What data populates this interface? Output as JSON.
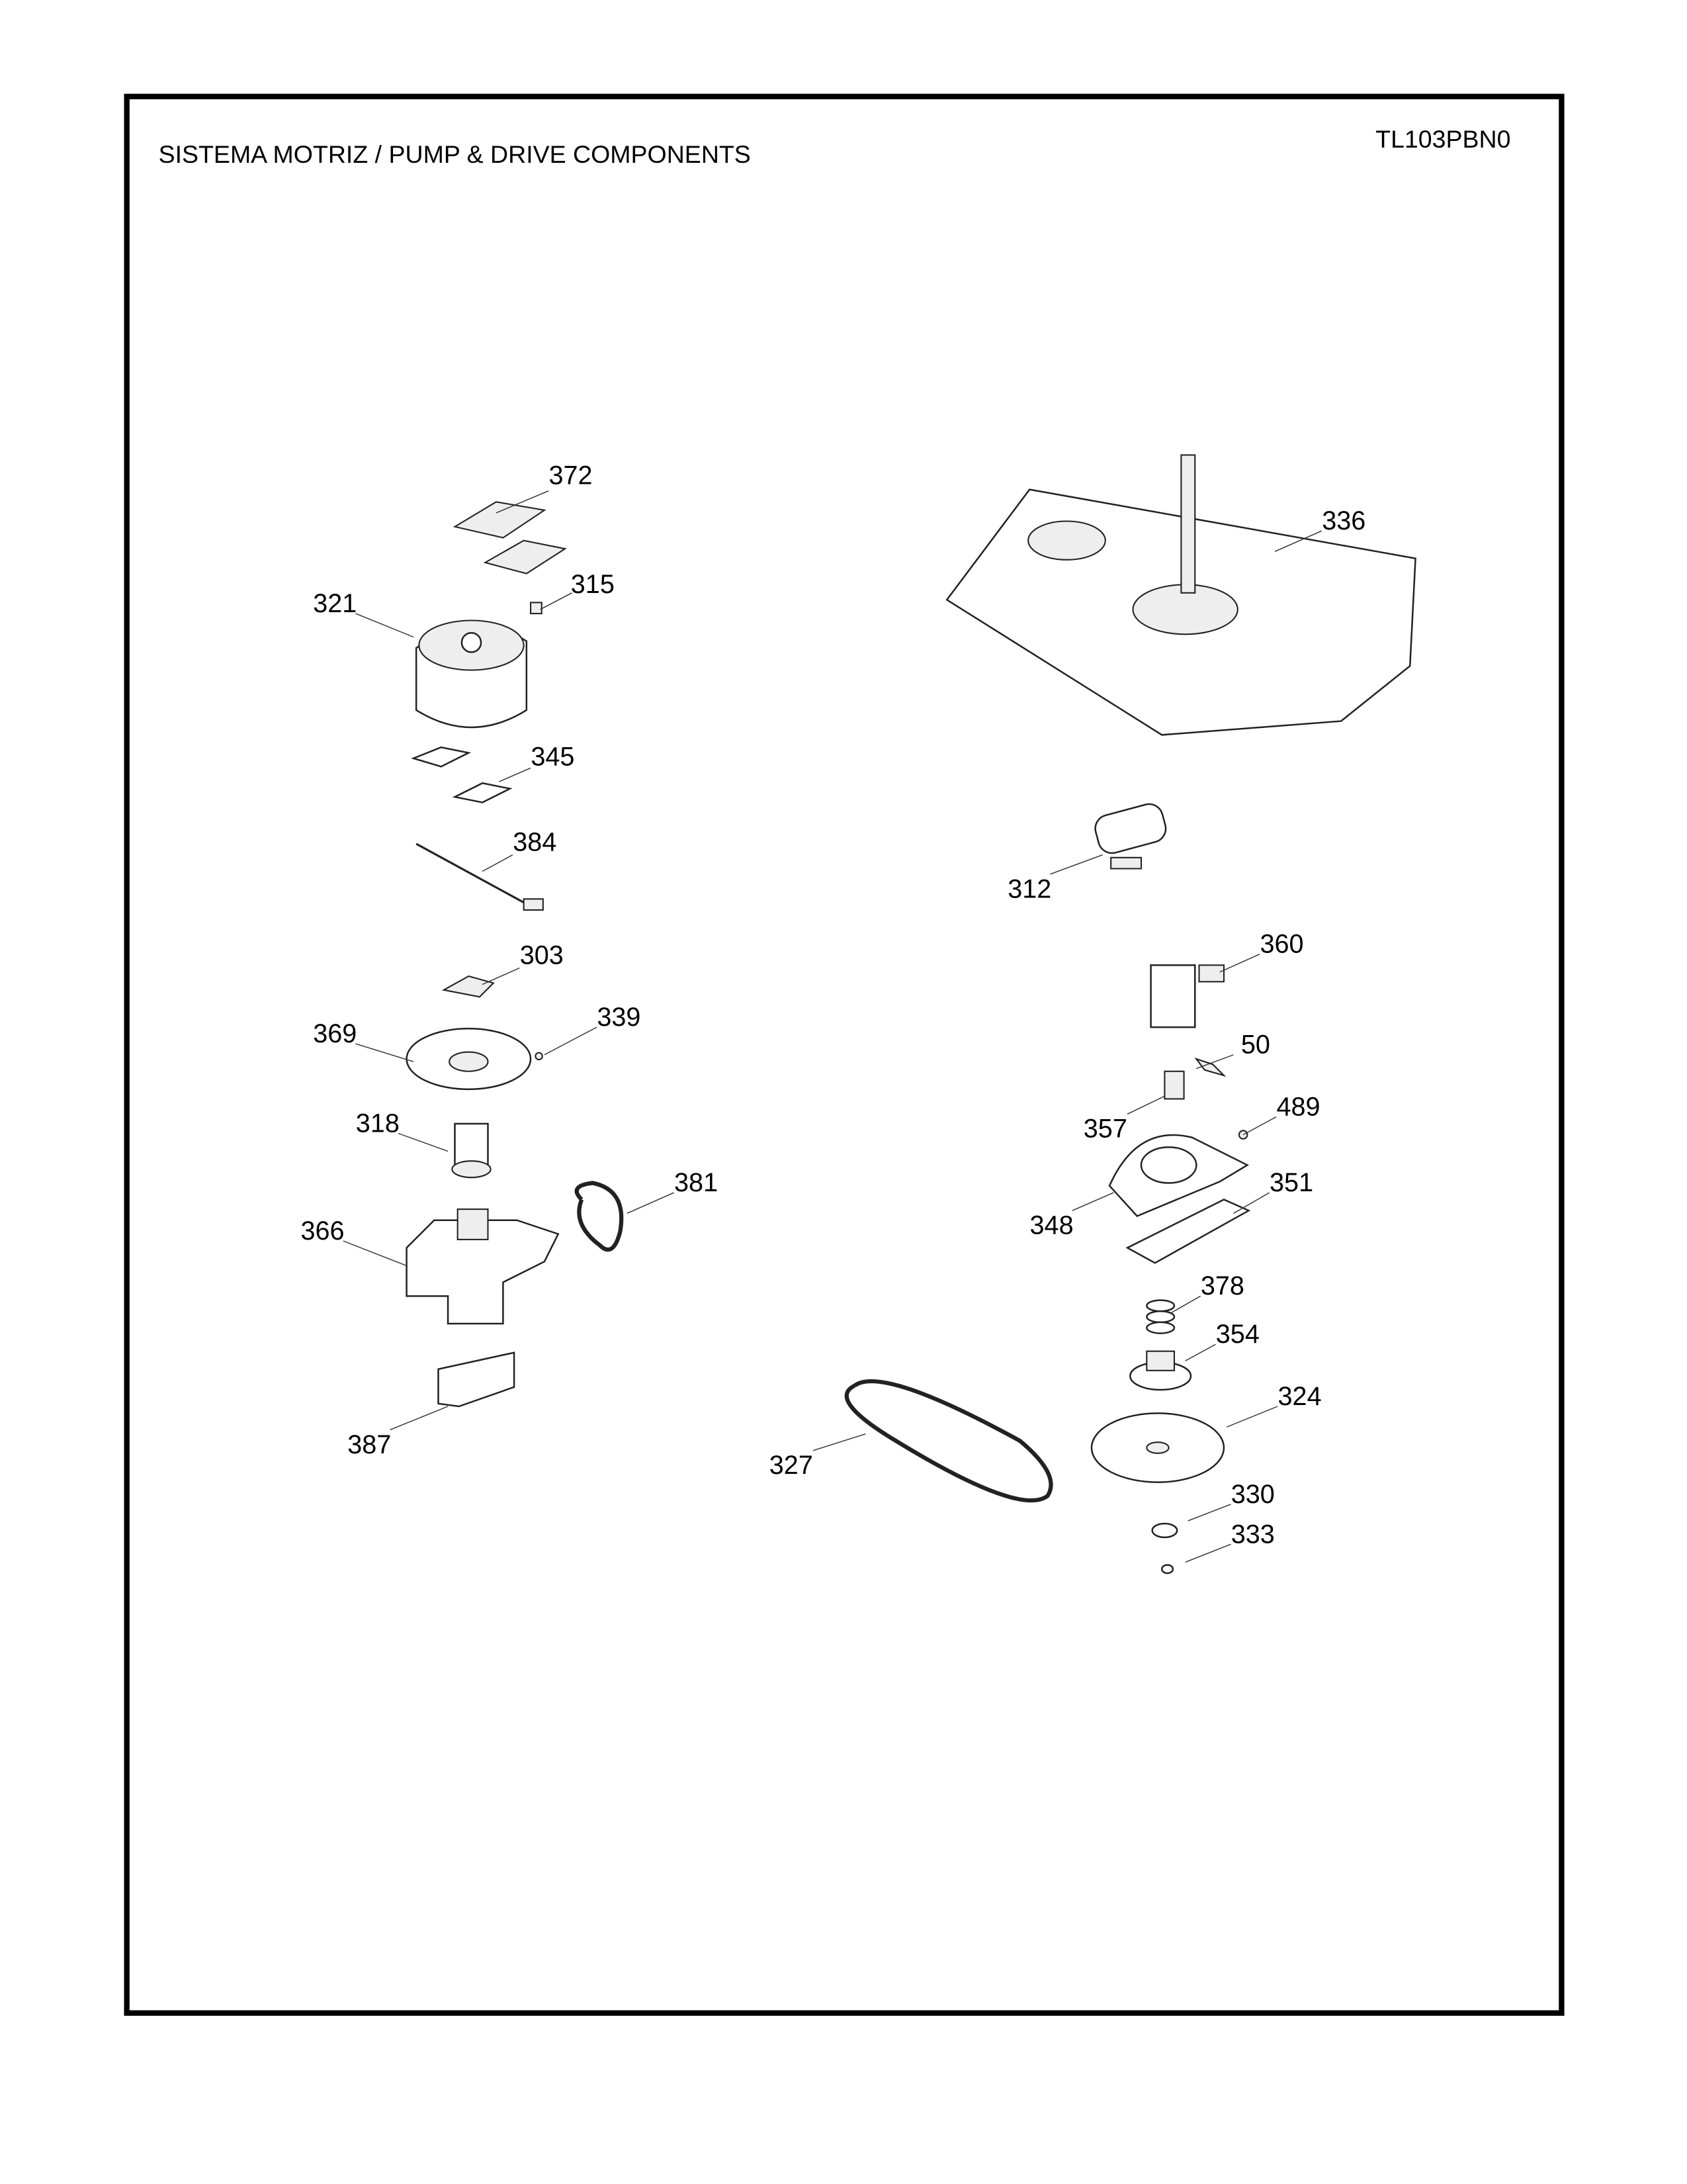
{
  "header": {
    "title": "SISTEMA MOTRIZ / PUMP  &  DRIVE COMPONENTS",
    "model": "TL103PBN0"
  },
  "callouts": [
    "372",
    "315",
    "321",
    "345",
    "384",
    "303",
    "369",
    "339",
    "318",
    "381",
    "366",
    "387",
    "336",
    "312",
    "360",
    "50",
    "357",
    "489",
    "348",
    "351",
    "378",
    "354",
    "324",
    "327",
    "330",
    "333"
  ]
}
